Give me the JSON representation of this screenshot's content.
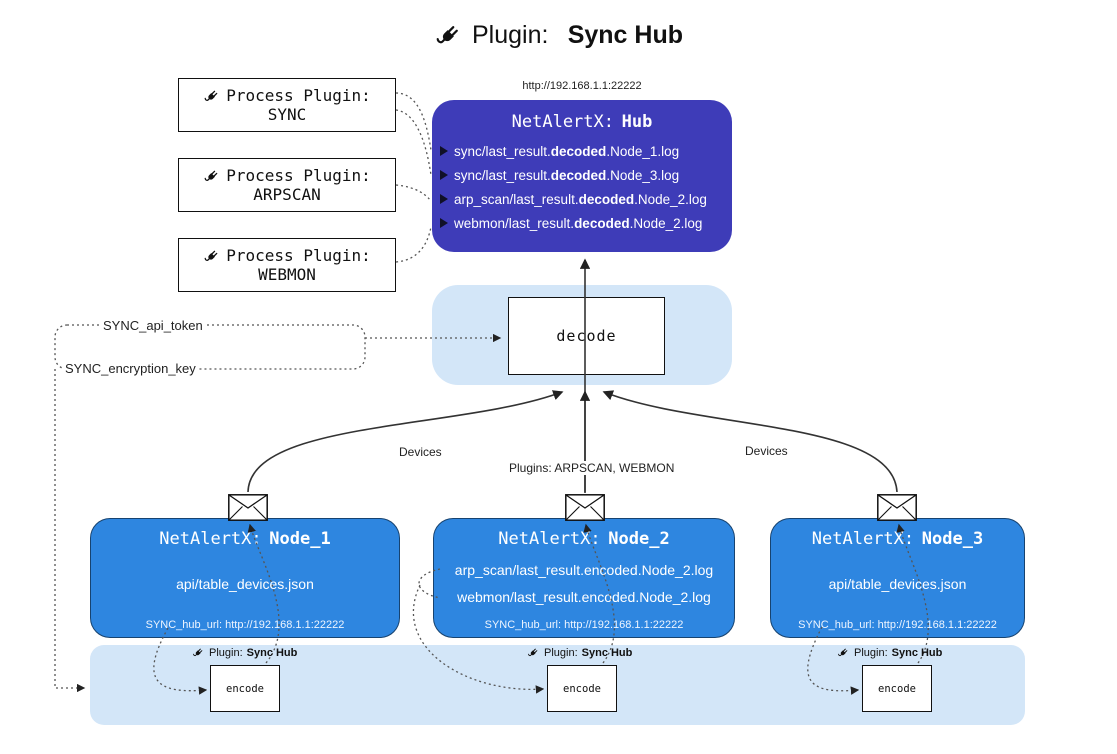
{
  "title": {
    "prefix": "Plugin:",
    "name": "Sync Hub"
  },
  "process_plugins": [
    {
      "label": "Process Plugin:",
      "name": "SYNC"
    },
    {
      "label": "Process Plugin:",
      "name": "ARPSCAN"
    },
    {
      "label": "Process Plugin:",
      "name": "WEBMON"
    }
  ],
  "hub": {
    "url": "http://192.168.1.1:22222",
    "title_prefix": "NetAlertX:",
    "title_name": "Hub",
    "lines": [
      {
        "pre": "sync/last_result.",
        "bold": "decoded",
        "post": ".Node_1.log"
      },
      {
        "pre": "sync/last_result.",
        "bold": "decoded",
        "post": ".Node_3.log"
      },
      {
        "pre": "arp_scan/last_result.",
        "bold": "decoded",
        "post": ".Node_2.log"
      },
      {
        "pre": "webmon/last_result.",
        "bold": "decoded",
        "post": ".Node_2.log"
      }
    ]
  },
  "decode": {
    "label": "decode"
  },
  "tokens": {
    "api_token": "SYNC_api_token",
    "encryption_key": "SYNC_encryption_key"
  },
  "edges": {
    "devices_left": "Devices",
    "plugins_center": "Plugins: ARPSCAN, WEBMON",
    "devices_right": "Devices"
  },
  "nodes": [
    {
      "title_prefix": "NetAlertX:",
      "title_name": "Node_1",
      "lines": [
        "api/table_devices.json"
      ],
      "footer": "SYNC_hub_url: http://192.168.1.1:22222"
    },
    {
      "title_prefix": "NetAlertX:",
      "title_name": "Node_2",
      "lines": [
        "arp_scan/last_result.encoded.Node_2.log",
        "webmon/last_result.encoded.Node_2.log"
      ],
      "footer": "SYNC_hub_url: http://192.168.1.1:22222"
    },
    {
      "title_prefix": "NetAlertX:",
      "title_name": "Node_3",
      "lines": [
        "api/table_devices.json"
      ],
      "footer": "SYNC_hub_url: http://192.168.1.1:22222"
    }
  ],
  "encoders": [
    {
      "plugin_prefix": "Plugin:",
      "plugin_name": "Sync Hub",
      "label": "encode"
    },
    {
      "plugin_prefix": "Plugin:",
      "plugin_name": "Sync Hub",
      "label": "encode"
    },
    {
      "plugin_prefix": "Plugin:",
      "plugin_name": "Sync Hub",
      "label": "encode"
    }
  ],
  "icons": {
    "plug": "plug-icon",
    "envelope": "envelope-icon",
    "arrowhead": "arrowhead-icon"
  },
  "colors": {
    "hub_bg": "#3e3cb8",
    "node_bg": "#2e86e0",
    "panel_bg": "#d3e6f8",
    "box_border": "#111111",
    "dotted_line": "#555555",
    "solid_line": "#333333"
  }
}
